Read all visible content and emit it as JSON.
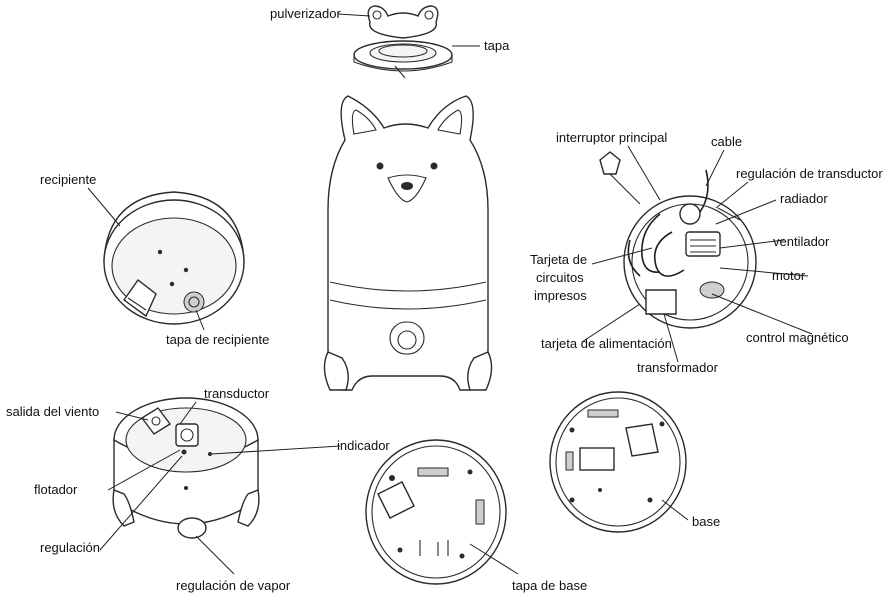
{
  "labels": {
    "pulverizador": "pulverizador",
    "tapa": "tapa",
    "recipiente": "recipiente",
    "tapa_de_recipiente": "tapa de recipiente",
    "interruptor_principal": "interruptor principal",
    "cable": "cable",
    "regulacion_de_transductor": "regulación de transductor",
    "radiador": "radiador",
    "tarjeta_de_circuitos_impresos": [
      "Tarjeta de",
      "circuitos",
      "impresos"
    ],
    "ventilador": "ventilador",
    "motor": "motor",
    "control_magnetico": "control magnético",
    "tarjeta_de_alimentacion": "tarjeta de alimentación",
    "transformador": "transformador",
    "transductor": "transductor",
    "salida_del_viento": "salida del viento",
    "indicador": "indicador",
    "flotador": "flotador",
    "regulacion": "regulación",
    "regulacion_de_vapor": "regulación de vapor",
    "base": "base",
    "tapa_de_base": "tapa de base"
  }
}
